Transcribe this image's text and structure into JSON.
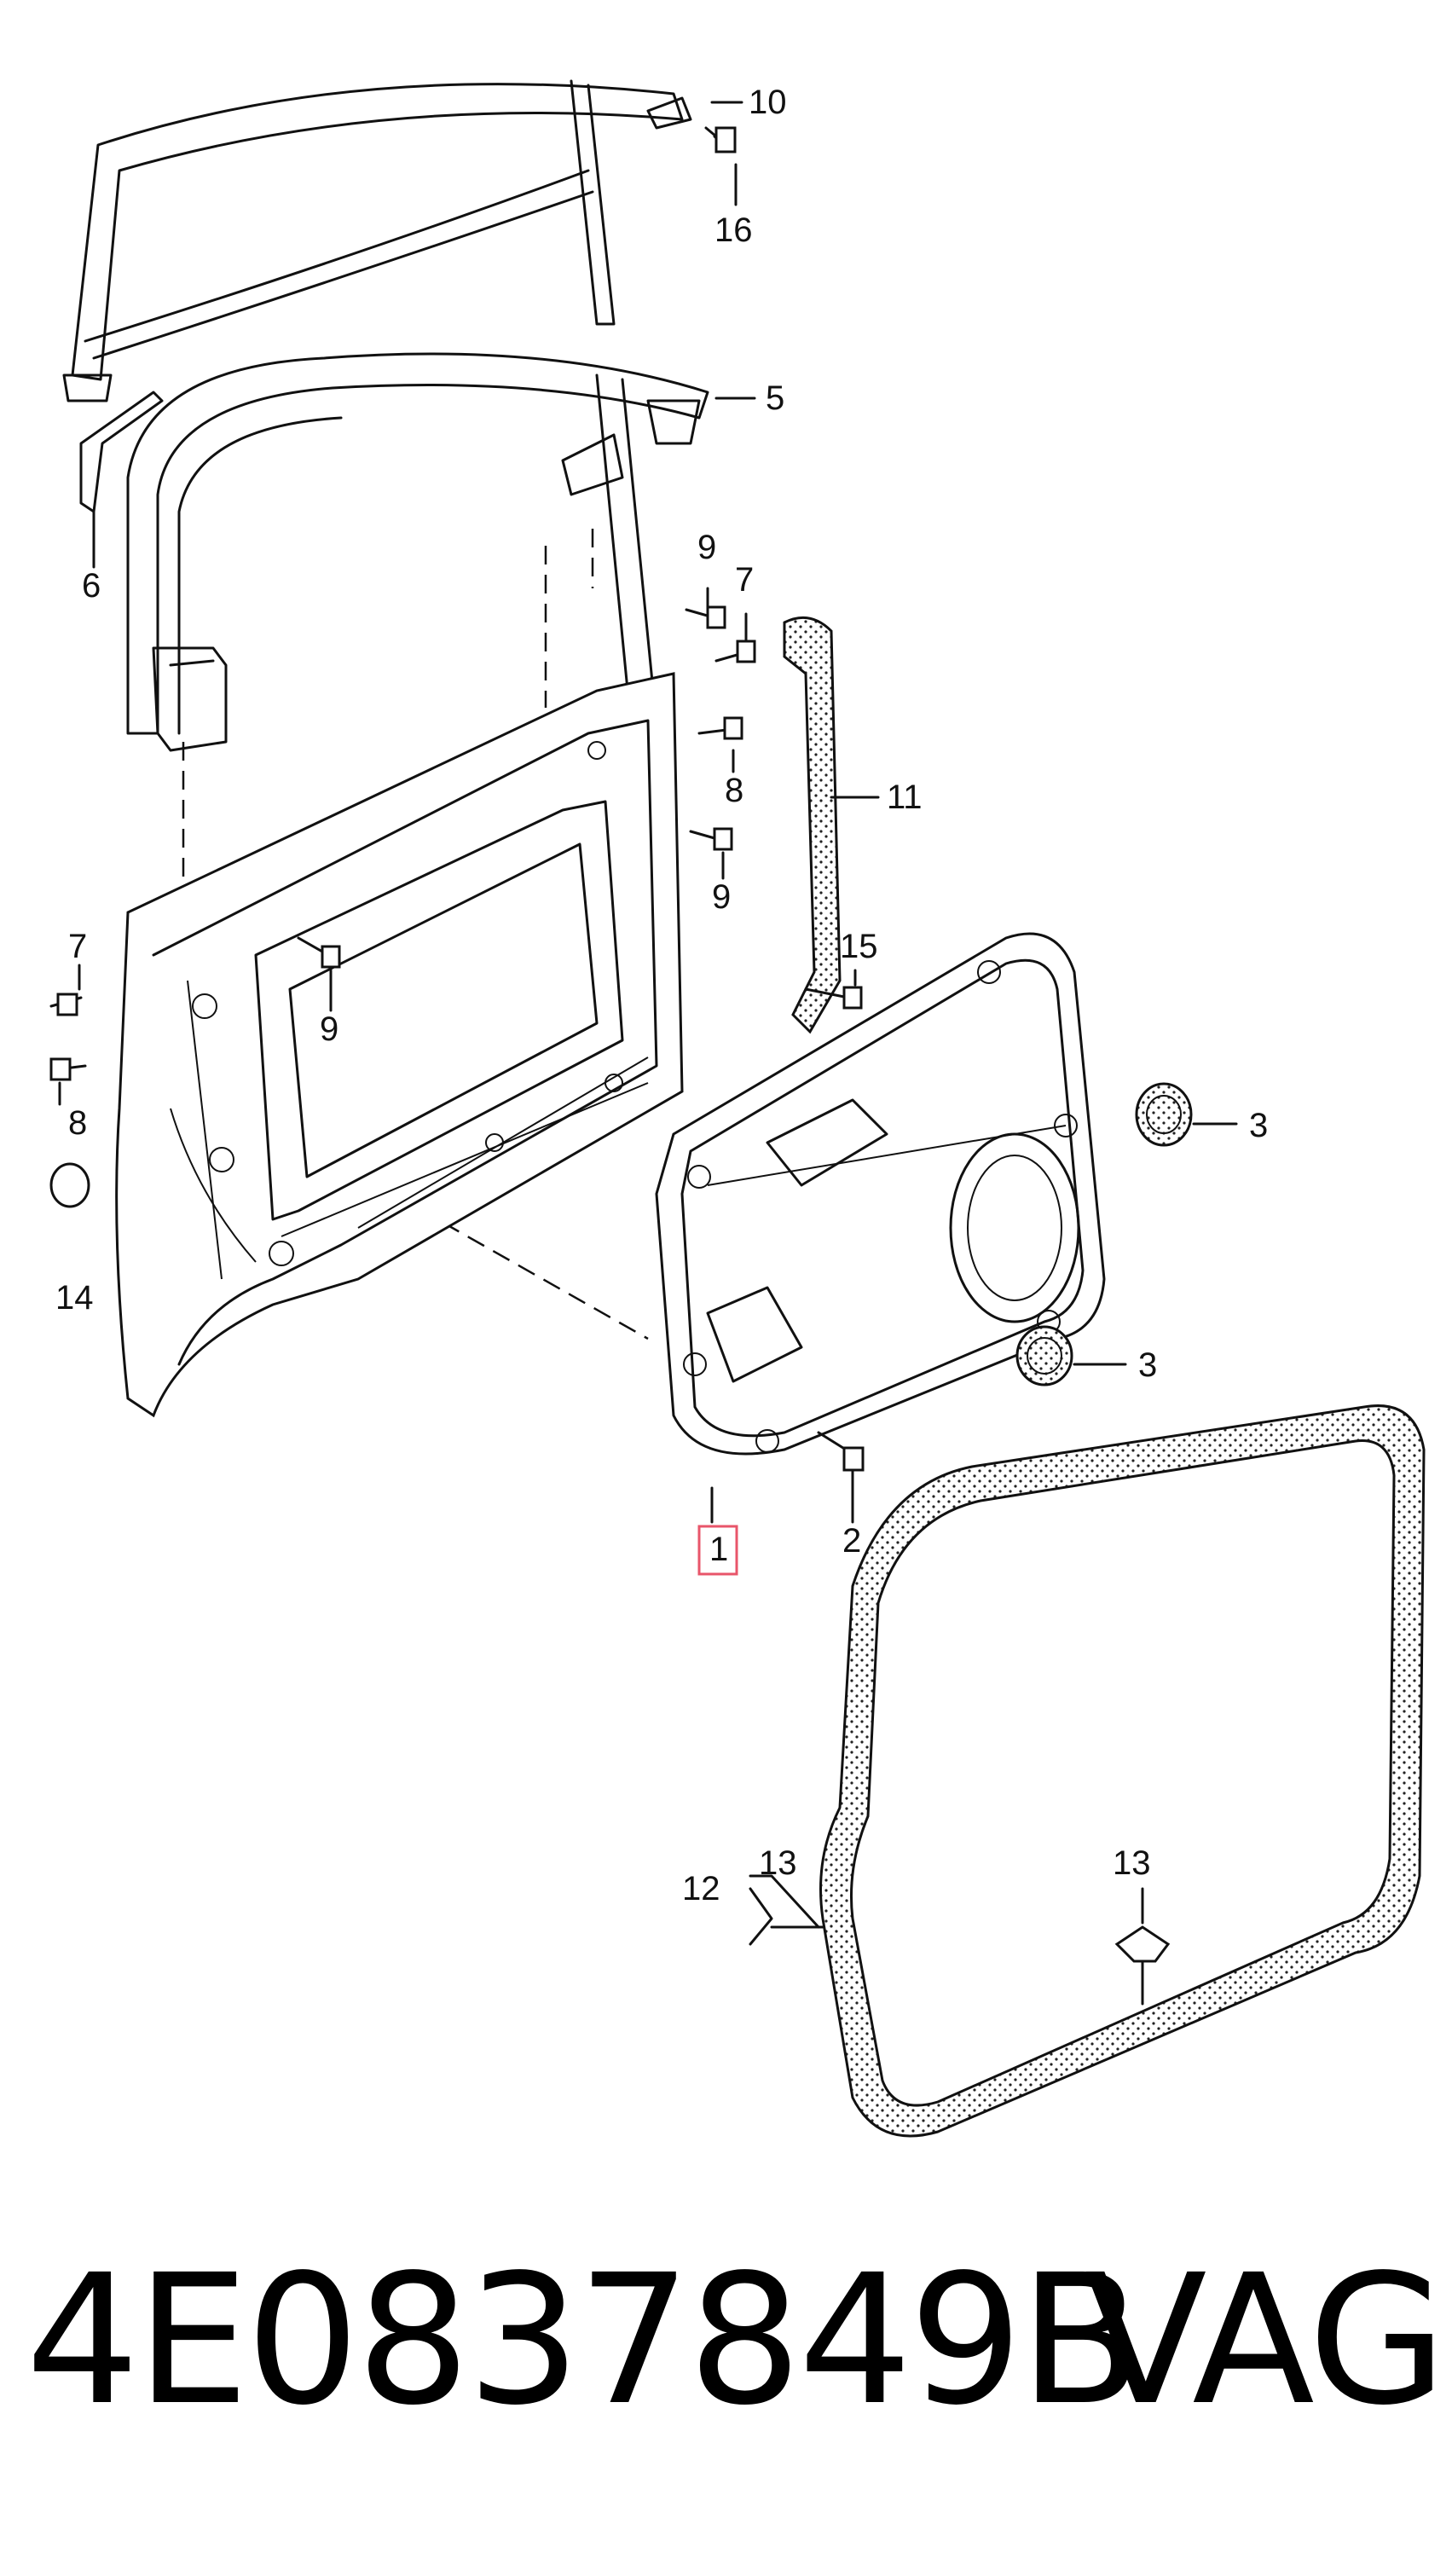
{
  "callouts": [
    {
      "id": "c10",
      "label": "10"
    },
    {
      "id": "c16",
      "label": "16"
    },
    {
      "id": "c5",
      "label": "5"
    },
    {
      "id": "c6",
      "label": "6"
    },
    {
      "id": "c9a",
      "label": "9"
    },
    {
      "id": "c7a",
      "label": "7"
    },
    {
      "id": "c8a",
      "label": "8"
    },
    {
      "id": "c11",
      "label": "11"
    },
    {
      "id": "c9b",
      "label": "9"
    },
    {
      "id": "c15",
      "label": "15"
    },
    {
      "id": "c7b",
      "label": "7"
    },
    {
      "id": "c9c",
      "label": "9"
    },
    {
      "id": "c8b",
      "label": "8"
    },
    {
      "id": "c3a",
      "label": "3"
    },
    {
      "id": "c14",
      "label": "14"
    },
    {
      "id": "c3b",
      "label": "3"
    },
    {
      "id": "c1",
      "label": "1"
    },
    {
      "id": "c2",
      "label": "2"
    },
    {
      "id": "c12",
      "label": "12"
    },
    {
      "id": "c13a",
      "label": "13"
    },
    {
      "id": "c13b",
      "label": "13"
    }
  ],
  "highlight_color": "#e8556a",
  "footer": {
    "part_number": "4E0837849B",
    "brand": "VAG"
  }
}
